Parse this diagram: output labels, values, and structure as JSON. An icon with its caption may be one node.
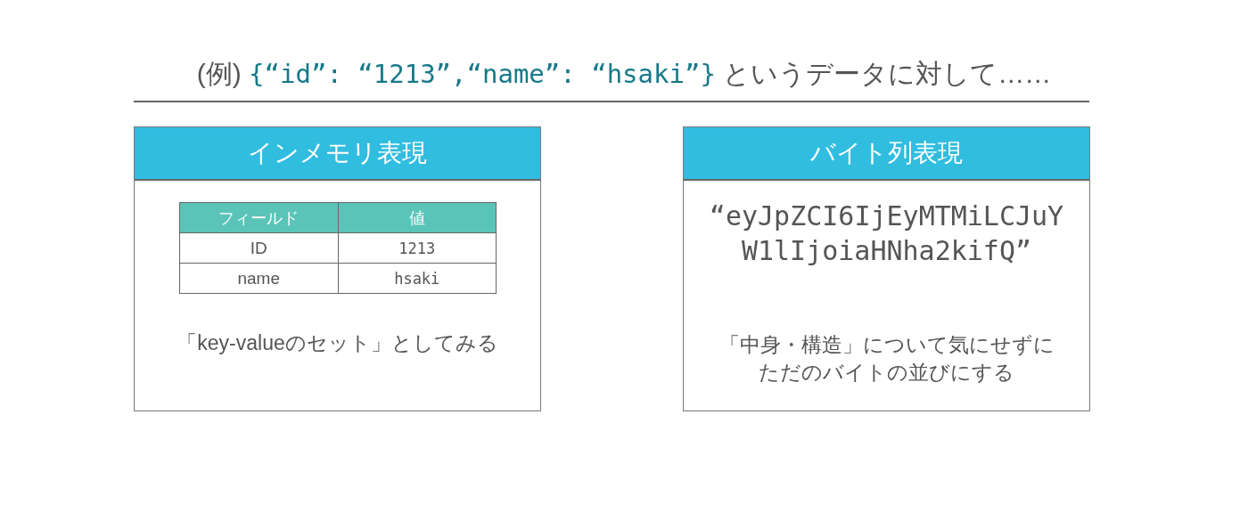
{
  "diagram": {
    "title": "(例) {“id”: “1213”,“name”: “hsaki”} というデータに対して……",
    "nodes": [
      {
        "text": [
          "インメモリ表現",
          "「key-valueのセット」としてみる"
        ]
      },
      {
        "text": [
          "バイト列表現",
          "“eyJpZCI6IjEyMTMiLCJuYW1lIjoiaHNha2kifQ”",
          "「中身・構造」について気にせずにただのバイトの並びにする"
        ]
      }
    ],
    "labels": [
      "フィールド",
      "値",
      "ID",
      "1213",
      "name",
      "hsaki"
    ]
  }
}
